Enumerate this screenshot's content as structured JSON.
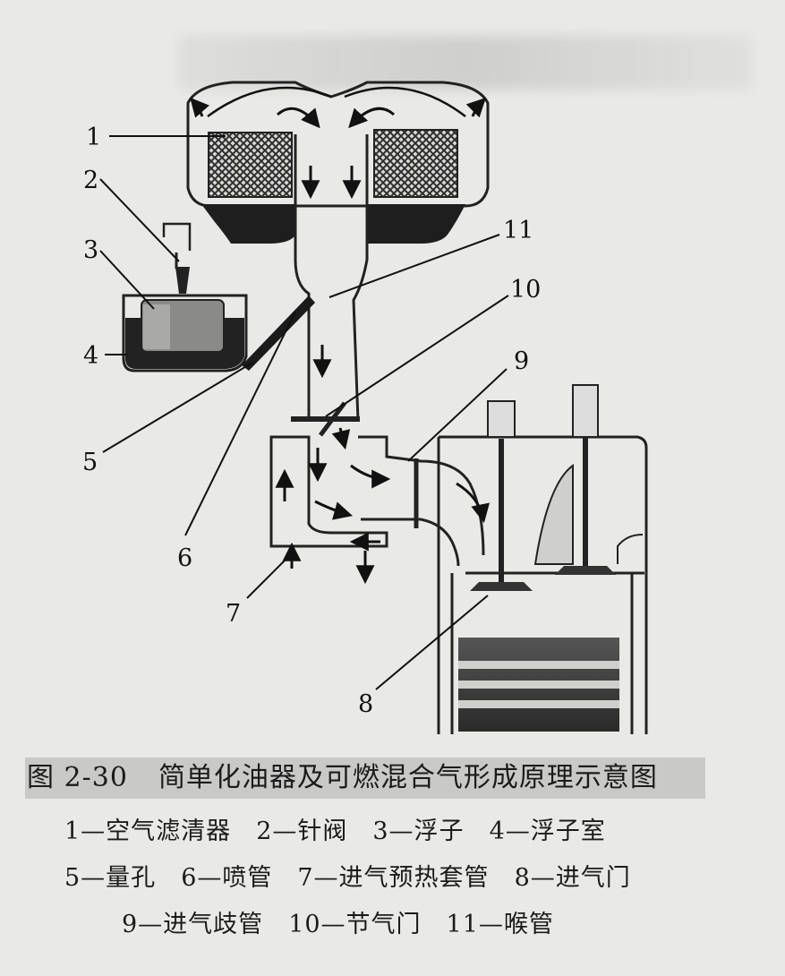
{
  "figure": {
    "number": "图 2-30",
    "title": "简单化油器及可燃混合气形成原理示意图"
  },
  "callouts": [
    "1",
    "2",
    "3",
    "4",
    "5",
    "6",
    "7",
    "8",
    "9",
    "10",
    "11"
  ],
  "legend": {
    "row1": [
      "1—空气滤清器",
      "2—针阀",
      "3—浮子",
      "4—浮子室"
    ],
    "row2": [
      "5—量孔",
      "6—喷管",
      "7—进气预热套管",
      "8—进气门"
    ],
    "row3": [
      "9—进气歧管",
      "10—节气门",
      "11—喉管"
    ]
  },
  "colors": {
    "ink": "#1b1b1b",
    "paper": "#e9e9e7",
    "caption_band": "#c9c9c7",
    "fuel": "#2a2a2a",
    "filter_mesh": "#3a3a3a"
  }
}
